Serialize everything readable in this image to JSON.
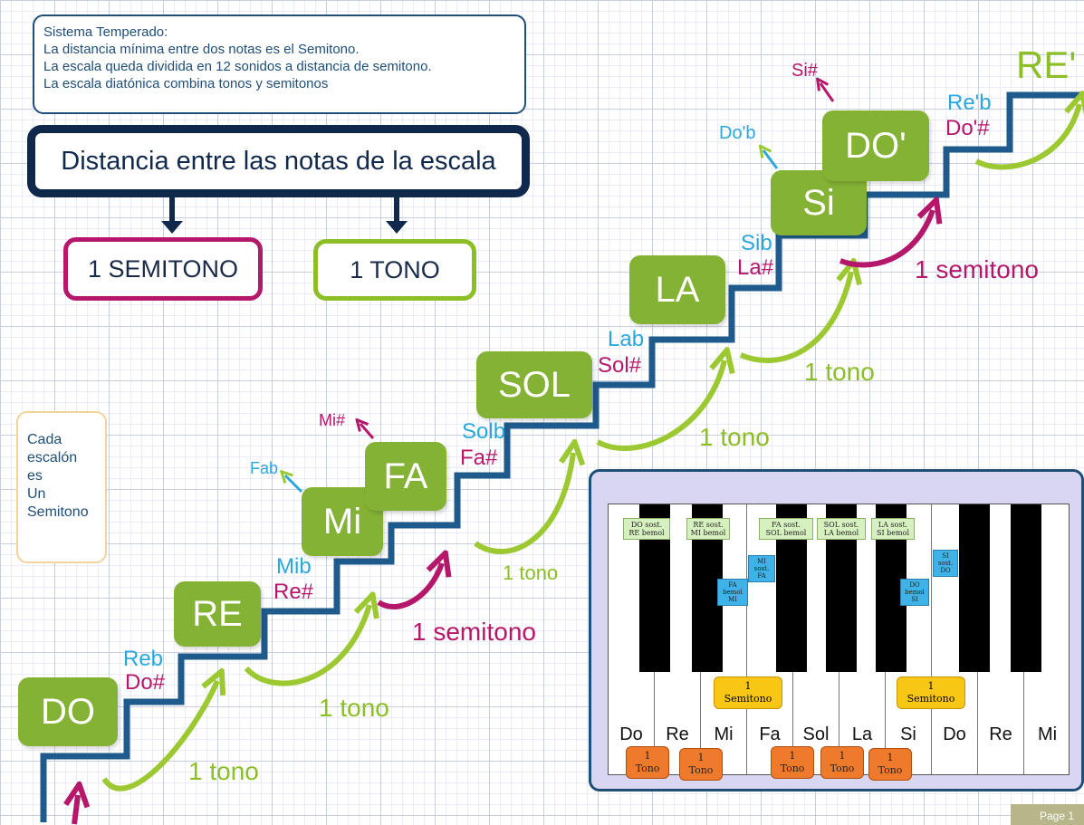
{
  "info": {
    "title": "Sistema Temperado:",
    "lines": [
      "La distancia mínima entre dos notas es el Semitono.",
      "La escala queda dividida en 12 sonidos a distancia de semitono.",
      "La escala diatónica combina tonos y semitonos"
    ]
  },
  "main_title": "Distancia entre las notas de la escala",
  "units": {
    "semitone": "1 SEMITONO",
    "tone": "1 TONO"
  },
  "side_note": [
    "Cada",
    "escalón",
    "es",
    "Un",
    "Semitono"
  ],
  "notes": {
    "do": "DO",
    "re": "RE",
    "mi": "Mi",
    "fa": "FA",
    "sol": "SOL",
    "la": "LA",
    "si": "Si",
    "do2": "DO'",
    "re2": "RE'"
  },
  "enharmonics": {
    "reb": "Reb",
    "dos": "Do#",
    "mib": "Mib",
    "res": "Re#",
    "fab": "Fab",
    "mis": "Mi#",
    "solb": "Solb",
    "fas": "Fa#",
    "lab": "Lab",
    "sols": "Sol#",
    "sib": "Sib",
    "las": "La#",
    "dob": "Do'b",
    "sis": "Si#",
    "rebb": "Re'b",
    "dos2": "Do'#"
  },
  "intervals": {
    "t1": "1 tono",
    "t2": "1 tono",
    "s1": "1 semitono",
    "t3": "1 tono",
    "t4": "1 tono",
    "t5": "1 tono",
    "s2": "1 semitono"
  },
  "piano": {
    "white_keys": [
      "Do",
      "Re",
      "Mi",
      "Fa",
      "Sol",
      "La",
      "Si",
      "Do",
      "Re",
      "Mi"
    ],
    "black_tags": [
      [
        "DO sost.",
        "RE bemol"
      ],
      [
        "RE sost.",
        "MI bemol"
      ],
      [
        "FA sost.",
        "SOL bemol"
      ],
      [
        "SOL sost.",
        "LA bemol"
      ],
      [
        "LA sost.",
        "SI bemol"
      ]
    ],
    "blue_tags": [
      [
        "FA",
        "bemol",
        "MI"
      ],
      [
        "MI",
        "sost.",
        "FA"
      ],
      [
        "DO",
        "bemol",
        "SI"
      ],
      [
        "SI",
        "sost.",
        "DO"
      ]
    ],
    "semi_tags": [
      [
        "1",
        "Semitono"
      ],
      [
        "1",
        "Semitono"
      ]
    ],
    "tono_tags": [
      [
        "1",
        "Tono"
      ],
      [
        "1",
        "Tono"
      ],
      [
        "1",
        "Tono"
      ],
      [
        "1",
        "Tono"
      ],
      [
        "1",
        "Tono"
      ]
    ]
  },
  "page_label": "Page 1",
  "colors": {
    "green": "#84b234",
    "magenta": "#b5176a",
    "blue": "#2aa8dc",
    "navy": "#10284b",
    "stair": "#1f5a8c"
  }
}
